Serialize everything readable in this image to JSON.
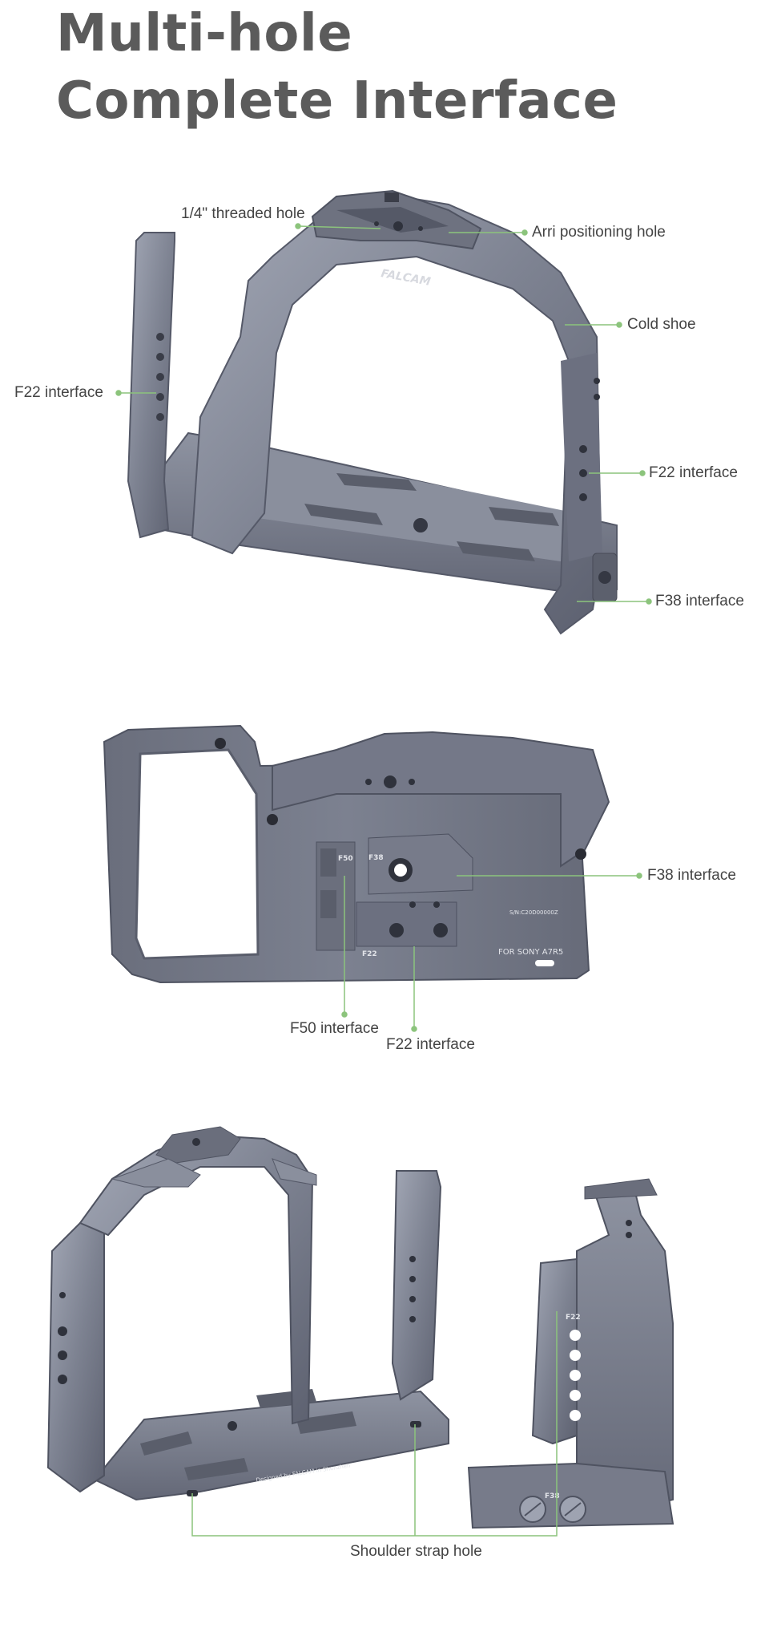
{
  "title": {
    "line1": "Multi-hole",
    "line2": "Complete Interface"
  },
  "colors": {
    "accent": "#8cc47c",
    "metal": "#7a7f8e",
    "metal_dark": "#5a5e6c",
    "metal_light": "#9ea3b1",
    "text": "#444444",
    "title": "#5b5b5b"
  },
  "section1": {
    "brand": "FALCAM",
    "labels": {
      "threaded_hole": "1/4\" threaded hole",
      "arri_hole": "Arri positioning hole",
      "cold_shoe": "Cold shoe",
      "f22_left": "F22 interface",
      "f22_right": "F22 interface",
      "f38": "F38 interface"
    }
  },
  "section2": {
    "engraving": {
      "f50": "F50",
      "f38": "F38",
      "f22": "F22",
      "serial": "S/N:C20D00000Z",
      "model": "FOR SONY A7R5"
    },
    "labels": {
      "f38": "F38 interface",
      "f50": "F50 interface",
      "f22": "F22 interface"
    }
  },
  "section3": {
    "engraving": {
      "designed": "Designed by FALCAM in Shenzhen",
      "f22": "F22",
      "f38": "F38"
    },
    "labels": {
      "shoulder_strap": "Shoulder strap hole"
    }
  }
}
